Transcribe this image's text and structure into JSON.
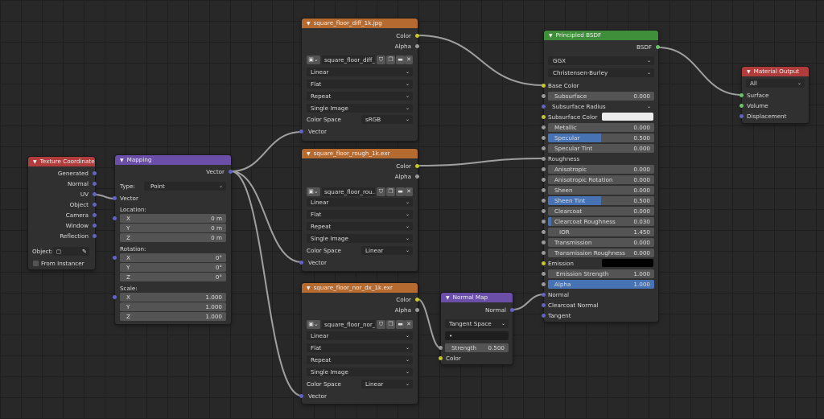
{
  "colors": {
    "background": "#282828",
    "texture_header": "#b56a30",
    "vector_header": "#6b4ea8",
    "input_header": "#b03c3c",
    "shader_header": "#3f8f3a",
    "socket_color": "#c7c729",
    "socket_float": "#9a9a9a",
    "socket_vector": "#6363c7",
    "socket_shader": "#63c763",
    "slider_fill": "#4772b3",
    "link": "#a0a0a0"
  },
  "texcoord": {
    "title": "Texture Coordinate",
    "outputs": [
      "Generated",
      "Normal",
      "UV",
      "Object",
      "Camera",
      "Window",
      "Reflection"
    ],
    "object_label": "Object:",
    "from_instancer": "From Instancer"
  },
  "mapping": {
    "title": "Mapping",
    "out_vector": "Vector",
    "type_label": "Type:",
    "type_value": "Point",
    "in_vector": "Vector",
    "location_label": "Location:",
    "location": [
      {
        "axis": "X",
        "value": "0 m"
      },
      {
        "axis": "Y",
        "value": "0 m"
      },
      {
        "axis": "Z",
        "value": "0 m"
      }
    ],
    "rotation_label": "Rotation:",
    "rotation": [
      {
        "axis": "X",
        "value": "0°"
      },
      {
        "axis": "Y",
        "value": "0°"
      },
      {
        "axis": "Z",
        "value": "0°"
      }
    ],
    "scale_label": "Scale:",
    "scale": [
      {
        "axis": "X",
        "value": "1.000"
      },
      {
        "axis": "Y",
        "value": "1.000"
      },
      {
        "axis": "Z",
        "value": "1.000"
      }
    ]
  },
  "tex_diff": {
    "title": "square_floor_diff_1k.jpg",
    "out_color": "Color",
    "out_alpha": "Alpha",
    "image_name": "square_floor_diff_...",
    "interpolation": "Linear",
    "projection": "Flat",
    "extension": "Repeat",
    "source": "Single Image",
    "colorspace_label": "Color Space",
    "colorspace": "sRGB",
    "in_vector": "Vector"
  },
  "tex_rough": {
    "title": "square_floor_rough_1k.exr",
    "out_color": "Color",
    "out_alpha": "Alpha",
    "image_name": "square_floor_rou...",
    "interpolation": "Linear",
    "projection": "Flat",
    "extension": "Repeat",
    "source": "Single Image",
    "colorspace_label": "Color Space",
    "colorspace": "Linear",
    "in_vector": "Vector"
  },
  "tex_nor": {
    "title": "square_floor_nor_dx_1k.exr",
    "out_color": "Color",
    "out_alpha": "Alpha",
    "image_name": "square_floor_nor_...",
    "interpolation": "Linear",
    "projection": "Flat",
    "extension": "Repeat",
    "source": "Single Image",
    "colorspace_label": "Color Space",
    "colorspace": "Linear",
    "in_vector": "Vector"
  },
  "normal_map": {
    "title": "Normal Map",
    "out_normal": "Normal",
    "space": "Tangent Space",
    "uv_map": "•",
    "strength_label": "Strength",
    "strength": "0.500",
    "in_color": "Color"
  },
  "bsdf": {
    "title": "Principled BSDF",
    "out_bsdf": "BSDF",
    "distribution": "GGX",
    "subsurface_method": "Christensen-Burley",
    "base_color": "Base Color",
    "subsurface": {
      "label": "Subsurface",
      "value": "0.000"
    },
    "subsurface_radius": "Subsurface Radius",
    "subsurface_color": "Subsurface Color",
    "subsurface_color_swatch": "#eeeeee",
    "metallic": {
      "label": "Metallic",
      "value": "0.000"
    },
    "specular": {
      "label": "Specular",
      "value": "0.500",
      "fill": 0.5
    },
    "specular_tint": {
      "label": "Specular Tint",
      "value": "0.000"
    },
    "roughness": "Roughness",
    "anisotropic": {
      "label": "Anisotropic",
      "value": "0.000"
    },
    "anisotropic_rotation": {
      "label": "Anisotropic Rotation",
      "value": "0.000"
    },
    "sheen": {
      "label": "Sheen",
      "value": "0.000"
    },
    "sheen_tint": {
      "label": "Sheen Tint",
      "value": "0.500",
      "fill": 0.5
    },
    "clearcoat": {
      "label": "Clearcoat",
      "value": "0.000"
    },
    "clearcoat_roughness": {
      "label": "Clearcoat Roughness",
      "value": "0.030",
      "fill": 0.03
    },
    "ior": {
      "label": "IOR",
      "value": "1.450"
    },
    "transmission": {
      "label": "Transmission",
      "value": "0.000"
    },
    "transmission_roughness": {
      "label": "Transmission Roughness",
      "value": "0.000"
    },
    "emission": "Emission",
    "emission_swatch": "#000000",
    "emission_strength": {
      "label": "Emission Strength",
      "value": "1.000"
    },
    "alpha": {
      "label": "Alpha",
      "value": "1.000",
      "fill": 1.0
    },
    "normal": "Normal",
    "clearcoat_normal": "Clearcoat Normal",
    "tangent": "Tangent"
  },
  "output": {
    "title": "Material Output",
    "target": "All",
    "in_surface": "Surface",
    "in_volume": "Volume",
    "in_displacement": "Displacement"
  }
}
